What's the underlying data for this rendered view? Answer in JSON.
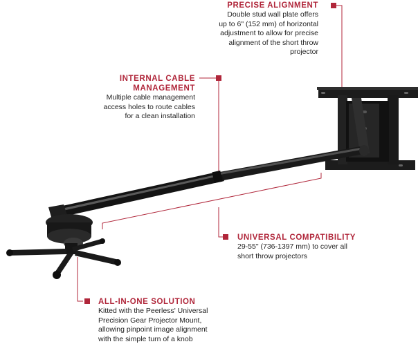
{
  "colors": {
    "accent": "#b0263a",
    "body_text": "#222222",
    "leader_line": "#b0263a",
    "mount_metal": "#1c1c1c"
  },
  "callouts": {
    "precise_alignment": {
      "title": "PRECISE ALIGNMENT",
      "body": "Double stud wall plate offers\nup to 6\" (152 mm) of horizontal\nadjustment to allow for precise\nalignment of the short throw\nprojector"
    },
    "internal_cable": {
      "title": "INTERNAL CABLE\nMANAGEMENT",
      "body": "Multiple cable management\naccess holes to route cables\nfor a clean installation"
    },
    "universal_compat": {
      "title": "UNIVERSAL COMPATIBILITY",
      "body": "29-55\" (736-1397 mm) to cover all\nshort throw projectors"
    },
    "all_in_one": {
      "title": "ALL-IN-ONE SOLUTION",
      "body": "Kitted with the Peerless' Universal\nPrecision Gear Projector Mount,\nallowing pinpoint image alignment\nwith the simple turn of a knob"
    }
  }
}
